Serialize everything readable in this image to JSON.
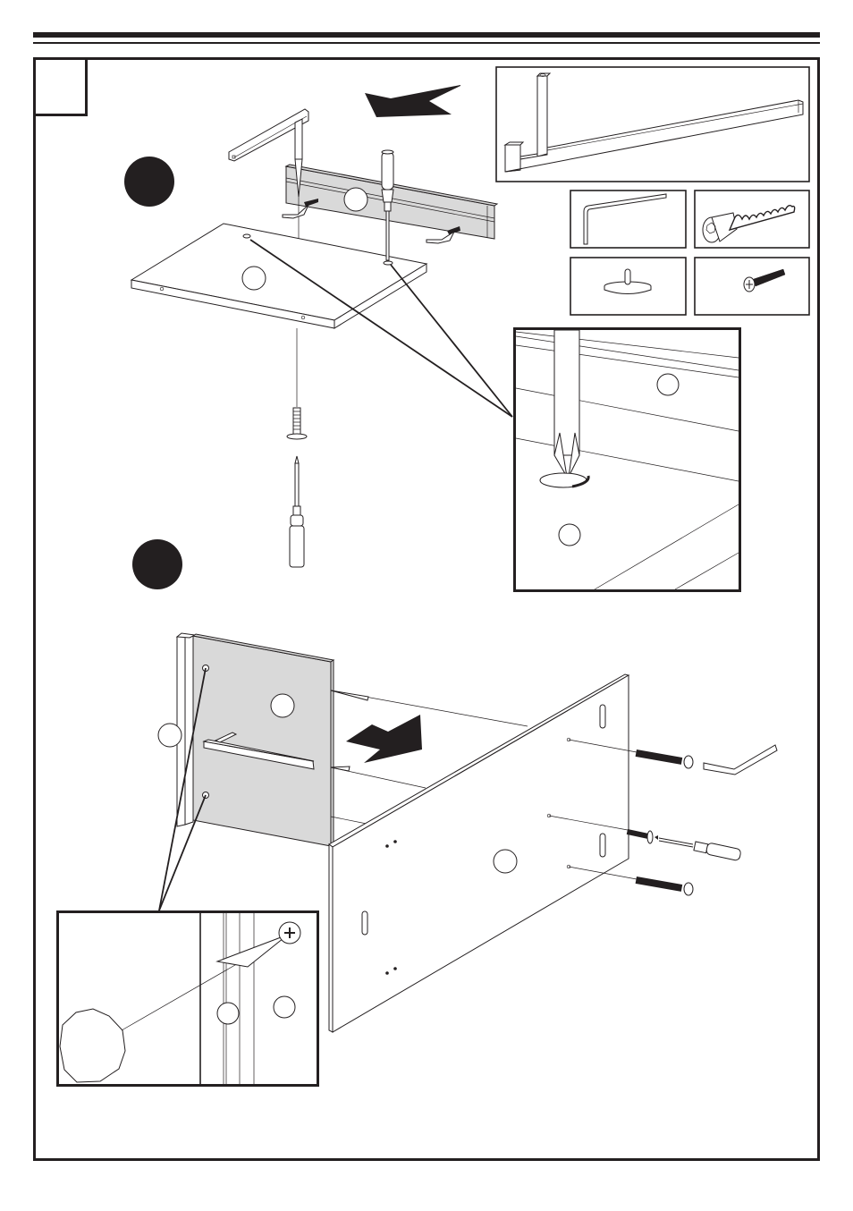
{
  "page": {
    "type": "assembly-instruction-step",
    "step_number_box": "",
    "colors": {
      "ink": "#231f20",
      "panel_grey": "#d9d9d9",
      "background": "#ffffff"
    }
  },
  "header": {
    "rules": [
      "thick-rule",
      "thin-rule"
    ]
  },
  "parts_legend": {
    "large_part": "handle-bracket",
    "hardware": [
      {
        "name": "allen-key",
        "quantity_label": ""
      },
      {
        "name": "cam-bolt",
        "quantity_label": ""
      },
      {
        "name": "wooden-dowel-peg",
        "quantity_label": ""
      },
      {
        "name": "phillips-screw",
        "quantity_label": ""
      }
    ]
  },
  "substeps": [
    {
      "marker": "substep-1-dot",
      "label": ""
    },
    {
      "marker": "substep-2-dot",
      "label": ""
    }
  ],
  "part_callouts": {
    "step1": [
      "rail-part-circle",
      "shelf-part-circle"
    ],
    "detail1": [
      "rail-part-circle",
      "shelf-part-circle"
    ],
    "step2": [
      "front-panel-part-circle",
      "side-panel-part-circle",
      "edge-part-circle",
      "bottom-panel-part-circle"
    ],
    "detail2": [
      "edge-part-circle",
      "front-panel-part-circle"
    ]
  },
  "arrows": [
    "direction-arrow-left",
    "direction-arrow-right"
  ]
}
